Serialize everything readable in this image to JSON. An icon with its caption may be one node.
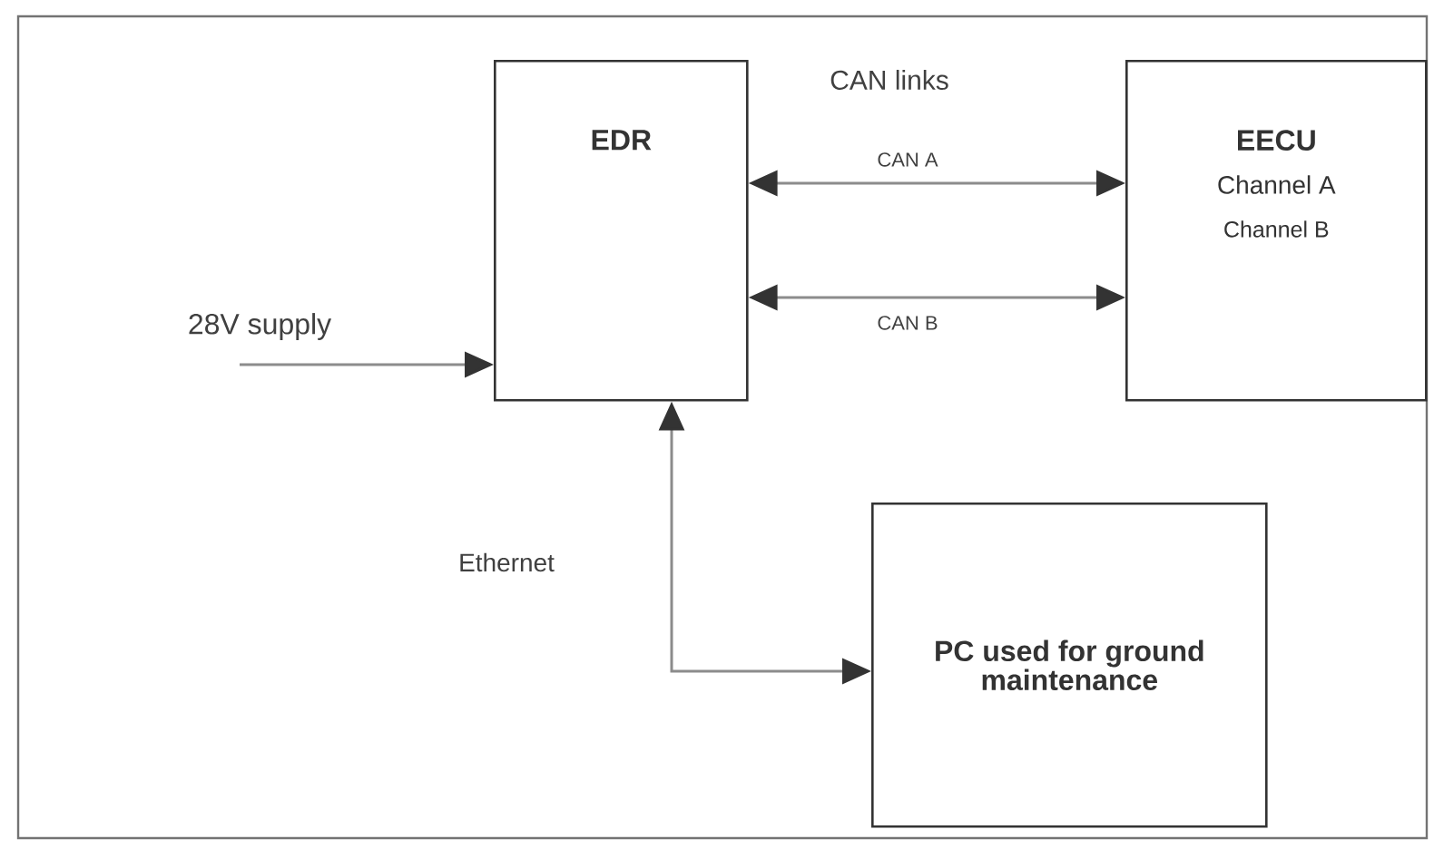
{
  "diagram": {
    "nodes": [
      {
        "text": [
          "EDR"
        ]
      },
      {
        "text": [
          "EECU",
          "Channel A",
          "Channel B"
        ]
      },
      {
        "text": [
          "PC used for ground maintenance"
        ]
      }
    ],
    "edges": [
      {
        "from": 0,
        "to": 1,
        "arrow": "both",
        "label": "CAN A"
      },
      {
        "from": 0,
        "to": 1,
        "arrow": "both",
        "label": "CAN B"
      },
      {
        "from": null,
        "to": 0,
        "arrow": "to",
        "label": "28V supply"
      },
      {
        "from": 0,
        "to": 2,
        "arrow": "both",
        "label": "Ethernet"
      }
    ],
    "labels": [
      "CAN links"
    ]
  }
}
